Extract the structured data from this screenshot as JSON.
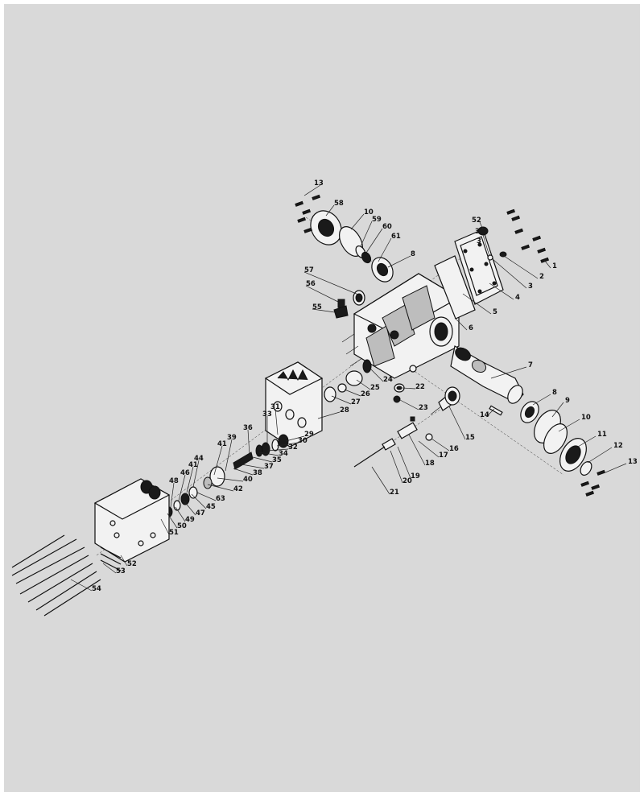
{
  "diagram": {
    "callouts": [
      {
        "id": "c13a",
        "text": "13"
      },
      {
        "id": "c58",
        "text": "58"
      },
      {
        "id": "c10a",
        "text": "10"
      },
      {
        "id": "c59",
        "text": "59"
      },
      {
        "id": "c60",
        "text": "60"
      },
      {
        "id": "c61",
        "text": "61"
      },
      {
        "id": "c8a",
        "text": "8"
      },
      {
        "id": "c57",
        "text": "57"
      },
      {
        "id": "c56",
        "text": "56"
      },
      {
        "id": "c55",
        "text": "55"
      },
      {
        "id": "c52a",
        "text": "52"
      },
      {
        "id": "c3a",
        "text": "3"
      },
      {
        "id": "c3b",
        "text": "3"
      },
      {
        "id": "c1",
        "text": "1"
      },
      {
        "id": "c2",
        "text": "2"
      },
      {
        "id": "c3c",
        "text": "3"
      },
      {
        "id": "c4",
        "text": "4"
      },
      {
        "id": "c5",
        "text": "5"
      },
      {
        "id": "c6",
        "text": "6"
      },
      {
        "id": "c7",
        "text": "7"
      },
      {
        "id": "c8b",
        "text": "8"
      },
      {
        "id": "c9",
        "text": "9"
      },
      {
        "id": "c10b",
        "text": "10"
      },
      {
        "id": "c11",
        "text": "11"
      },
      {
        "id": "c12",
        "text": "12"
      },
      {
        "id": "c13b",
        "text": "13"
      },
      {
        "id": "c14",
        "text": "14"
      },
      {
        "id": "c15",
        "text": "15"
      },
      {
        "id": "c16",
        "text": "16"
      },
      {
        "id": "c17",
        "text": "17"
      },
      {
        "id": "c18",
        "text": "18"
      },
      {
        "id": "c19",
        "text": "19"
      },
      {
        "id": "c20",
        "text": "20"
      },
      {
        "id": "c21",
        "text": "21"
      },
      {
        "id": "c22",
        "text": "22"
      },
      {
        "id": "c23",
        "text": "23"
      },
      {
        "id": "c24",
        "text": "24"
      },
      {
        "id": "c25",
        "text": "25"
      },
      {
        "id": "c26",
        "text": "26"
      },
      {
        "id": "c27",
        "text": "27"
      },
      {
        "id": "c28",
        "text": "28"
      },
      {
        "id": "c29",
        "text": "29"
      },
      {
        "id": "c30",
        "text": "30"
      },
      {
        "id": "c31",
        "text": "31"
      },
      {
        "id": "c32",
        "text": "32"
      },
      {
        "id": "c33",
        "text": "33"
      },
      {
        "id": "c34",
        "text": "34"
      },
      {
        "id": "c35",
        "text": "35"
      },
      {
        "id": "c36",
        "text": "36"
      },
      {
        "id": "c37",
        "text": "37"
      },
      {
        "id": "c38",
        "text": "38"
      },
      {
        "id": "c39",
        "text": "39"
      },
      {
        "id": "c40",
        "text": "40"
      },
      {
        "id": "c41a",
        "text": "41"
      },
      {
        "id": "c42",
        "text": "42"
      },
      {
        "id": "c63",
        "text": "63"
      },
      {
        "id": "c44",
        "text": "44"
      },
      {
        "id": "c41b",
        "text": "41"
      },
      {
        "id": "c46",
        "text": "46"
      },
      {
        "id": "c48",
        "text": "48"
      },
      {
        "id": "c45",
        "text": "45"
      },
      {
        "id": "c47",
        "text": "47"
      },
      {
        "id": "c49",
        "text": "49"
      },
      {
        "id": "c50",
        "text": "50"
      },
      {
        "id": "c51",
        "text": "51"
      },
      {
        "id": "c52b",
        "text": "52"
      },
      {
        "id": "c53",
        "text": "53"
      },
      {
        "id": "c54",
        "text": "54"
      }
    ]
  }
}
